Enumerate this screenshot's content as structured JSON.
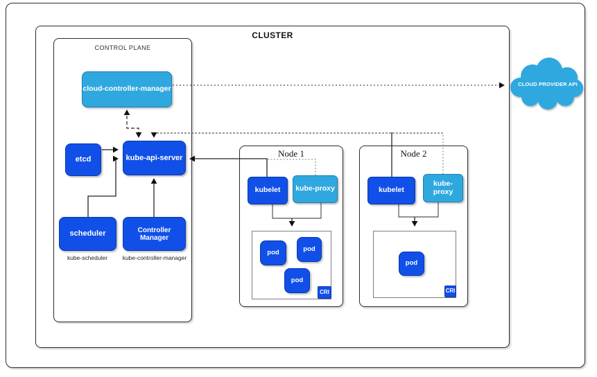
{
  "cluster": {
    "label": "CLUSTER"
  },
  "control_plane": {
    "label": "CONTROL PLANE",
    "cloud_controller_manager": "cloud-controller-manager",
    "etcd": "etcd",
    "kube_api_server": "kube-api-server",
    "scheduler": "scheduler",
    "scheduler_sublabel": "kube-scheduler",
    "controller_manager": "Controller Manager",
    "controller_manager_sublabel": "kube-controller-manager"
  },
  "nodes": [
    {
      "title": "Node 1",
      "kubelet": "kubelet",
      "kube_proxy": "kube-proxy",
      "cri": "CRI",
      "pods": [
        "pod",
        "pod",
        "pod"
      ]
    },
    {
      "title": "Node 2",
      "kubelet": "kubelet",
      "kube_proxy": "kube-proxy",
      "cri": "CRI",
      "pods": [
        "pod"
      ]
    }
  ],
  "cloud_provider": {
    "label": "CLOUD PROVIDER API"
  },
  "colors": {
    "primary_blue": "#1150e8",
    "light_blue": "#2fa8df",
    "frame_border": "#2b2b2b",
    "cri_border": "#7d7d7d"
  }
}
